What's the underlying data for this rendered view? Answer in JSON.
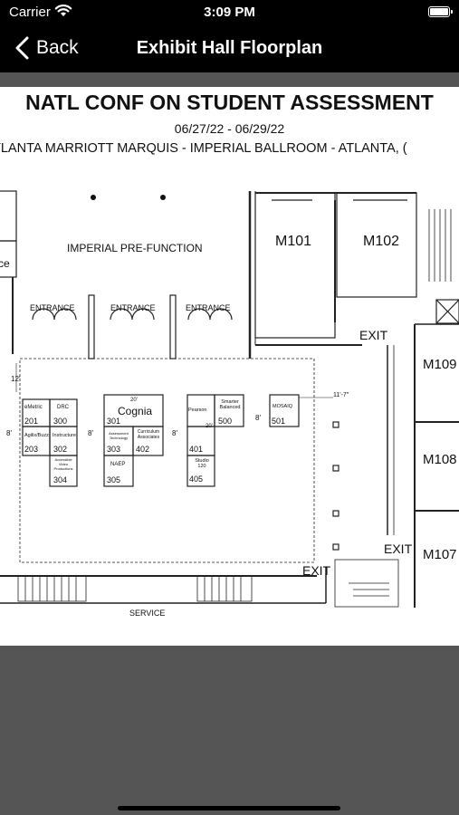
{
  "status_bar": {
    "carrier": "Carrier",
    "time": "3:09 PM"
  },
  "nav": {
    "back_label": "Back",
    "title": "Exhibit Hall Floorplan"
  },
  "floorplan": {
    "title": "NATL CONF ON STUDENT ASSESSMENT",
    "dates": "06/27/22 - 06/29/22",
    "venue": "TLANTA MARRIOTT MARQUIS - IMPERIAL BALLROOM - ATLANTA, (",
    "prefunction_label": "IMPERIAL PRE-FUNCTION",
    "partial_room_label": "ce",
    "entrances": [
      "ENTRANCE",
      "ENTRANCE",
      "ENTRANCE"
    ],
    "rooms": [
      "M101",
      "M102",
      "M109",
      "M108",
      "M107"
    ],
    "exits": [
      "EXIT",
      "EXIT",
      "EXIT"
    ],
    "service_label": "SERVICE",
    "dimensions": [
      "12'",
      "11'-7\"",
      "8'",
      "8'",
      "8'",
      "8'",
      "20'",
      "20'"
    ],
    "booths": [
      {
        "name": "eMetric",
        "number": "201"
      },
      {
        "name": "DRC",
        "number": "300"
      },
      {
        "name": "Cognia",
        "number": "301"
      },
      {
        "name": "Pearson",
        "number": ""
      },
      {
        "name": "Smarter Balanced",
        "number": "500"
      },
      {
        "name": "MOSAIQ",
        "number": "501"
      },
      {
        "name": "Agilix/Buzz",
        "number": "203"
      },
      {
        "name": "Instructure",
        "number": "302"
      },
      {
        "name": "Assessment Technology",
        "number": "303"
      },
      {
        "name": "Curriculum Associates",
        "number": "402"
      },
      {
        "name": "",
        "number": "401"
      },
      {
        "name": "Studio 120",
        "number": "405"
      },
      {
        "name": "Accessible Video Productions",
        "number": "304"
      },
      {
        "name": "NAEP",
        "number": "305"
      }
    ]
  }
}
